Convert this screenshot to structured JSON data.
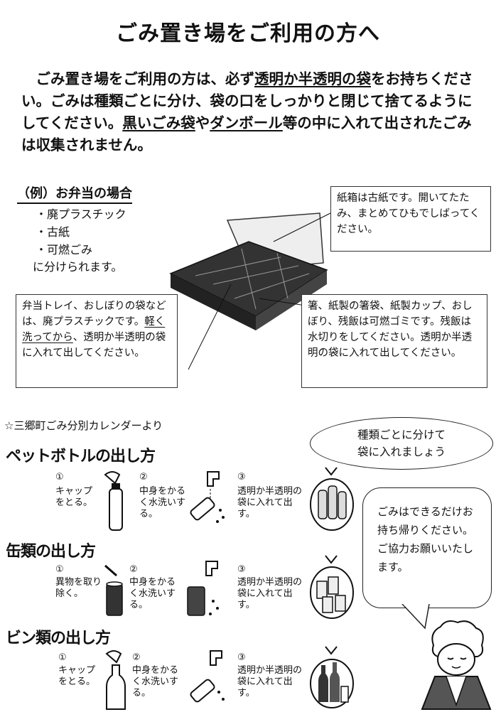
{
  "title": "ごみ置き場をご利用の方へ",
  "intro": {
    "p1": "　ごみ置き場をご利用の方は、必ず",
    "u1": "透明か半透明の袋",
    "p2": "をお持ちください。ごみは種類ごとに分け、袋の口をしっかりと閉じて捨てるようにしてください。",
    "u2": "黒いごみ袋",
    "p3": "や",
    "u3": "ダンボール",
    "p4": "等の中に入れて出されたごみは収集されません。"
  },
  "example": {
    "heading": "（例）お弁当の場合",
    "items": [
      "・廃プラスチック",
      "・古紙",
      "・可燃ごみ"
    ],
    "tail": "に分けられます。"
  },
  "callouts": {
    "box": "紙箱は古紙です。開いてたたみ、まとめてひもでしばってください。",
    "tray_a": "弁当トレイ、おしぼりの袋などは、廃プラスチックです。",
    "tray_u": "軽く洗ってから",
    "tray_b": "、透明か半透明の袋に入れて出してください。",
    "chopsticks": "箸、紙製の箸袋、紙製カップ、おしぼり、残飯は可燃ゴミです。残飯は水切りをしてください。透明か半透明の袋に入れて出してください。"
  },
  "source": "☆三郷町ごみ分別カレンダーより",
  "bubble": {
    "line1": "種類ごとに分けて",
    "line2": "袋に入れましょう"
  },
  "sections": [
    {
      "title": "ペットボトルの出し方",
      "steps": [
        {
          "num": "①",
          "text": "キャップをとる。"
        },
        {
          "num": "②",
          "text": "中身をかるく水洗いする。"
        },
        {
          "num": "③",
          "text": "透明か半透明の袋に入れて出す。"
        }
      ]
    },
    {
      "title": "缶類の出し方",
      "steps": [
        {
          "num": "①",
          "text": "異物を取り除く。"
        },
        {
          "num": "②",
          "text": "中身をかるく水洗いする。"
        },
        {
          "num": "③",
          "text": "透明か半透明の袋に入れて出す。"
        }
      ]
    },
    {
      "title": "ビン類の出し方",
      "steps": [
        {
          "num": "①",
          "text": "キャップをとる。"
        },
        {
          "num": "②",
          "text": "中身をかるく水洗いする。"
        },
        {
          "num": "③",
          "text": "透明か半透明の袋に入れて出す。"
        }
      ]
    }
  ],
  "speech": "ごみはできるだけお持ち帰りください。ご協力お願いいたします。"
}
